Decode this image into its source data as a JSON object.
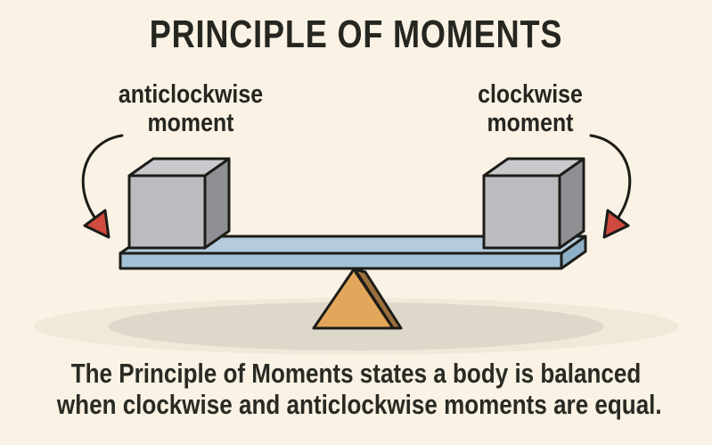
{
  "title": "PRINCIPLE OF MOMENTS",
  "labels": {
    "anticlockwise": {
      "line1": "anticlockwise",
      "line2": "moment"
    },
    "clockwise": {
      "line1": "clockwise",
      "line2": "moment"
    }
  },
  "caption": {
    "line1": "The Principle of Moments states a body is balanced",
    "line2": "when clockwise and anticlockwise moments are equal."
  },
  "icons": {
    "anticlockwise_arrow": "curved-red-arrow-down-left",
    "clockwise_arrow": "curved-red-arrow-down-right"
  },
  "colors": {
    "background": "#faf2e4",
    "text_dark": "#262621",
    "arrow_red": "#d14a40",
    "outline": "#1c1c18",
    "cube_front": "#bcbcc0",
    "cube_top": "#c9c9cd",
    "cube_side": "#8f8f94",
    "beam_top": "#b4ccdd",
    "beam_front": "#a3c2d7",
    "beam_end": "#8eb0c7",
    "fulcrum_front": "#e3a75b",
    "fulcrum_side": "#9c6f3c",
    "shadow_main": "#ded8ca",
    "shadow_outer": "#f0e9da"
  }
}
